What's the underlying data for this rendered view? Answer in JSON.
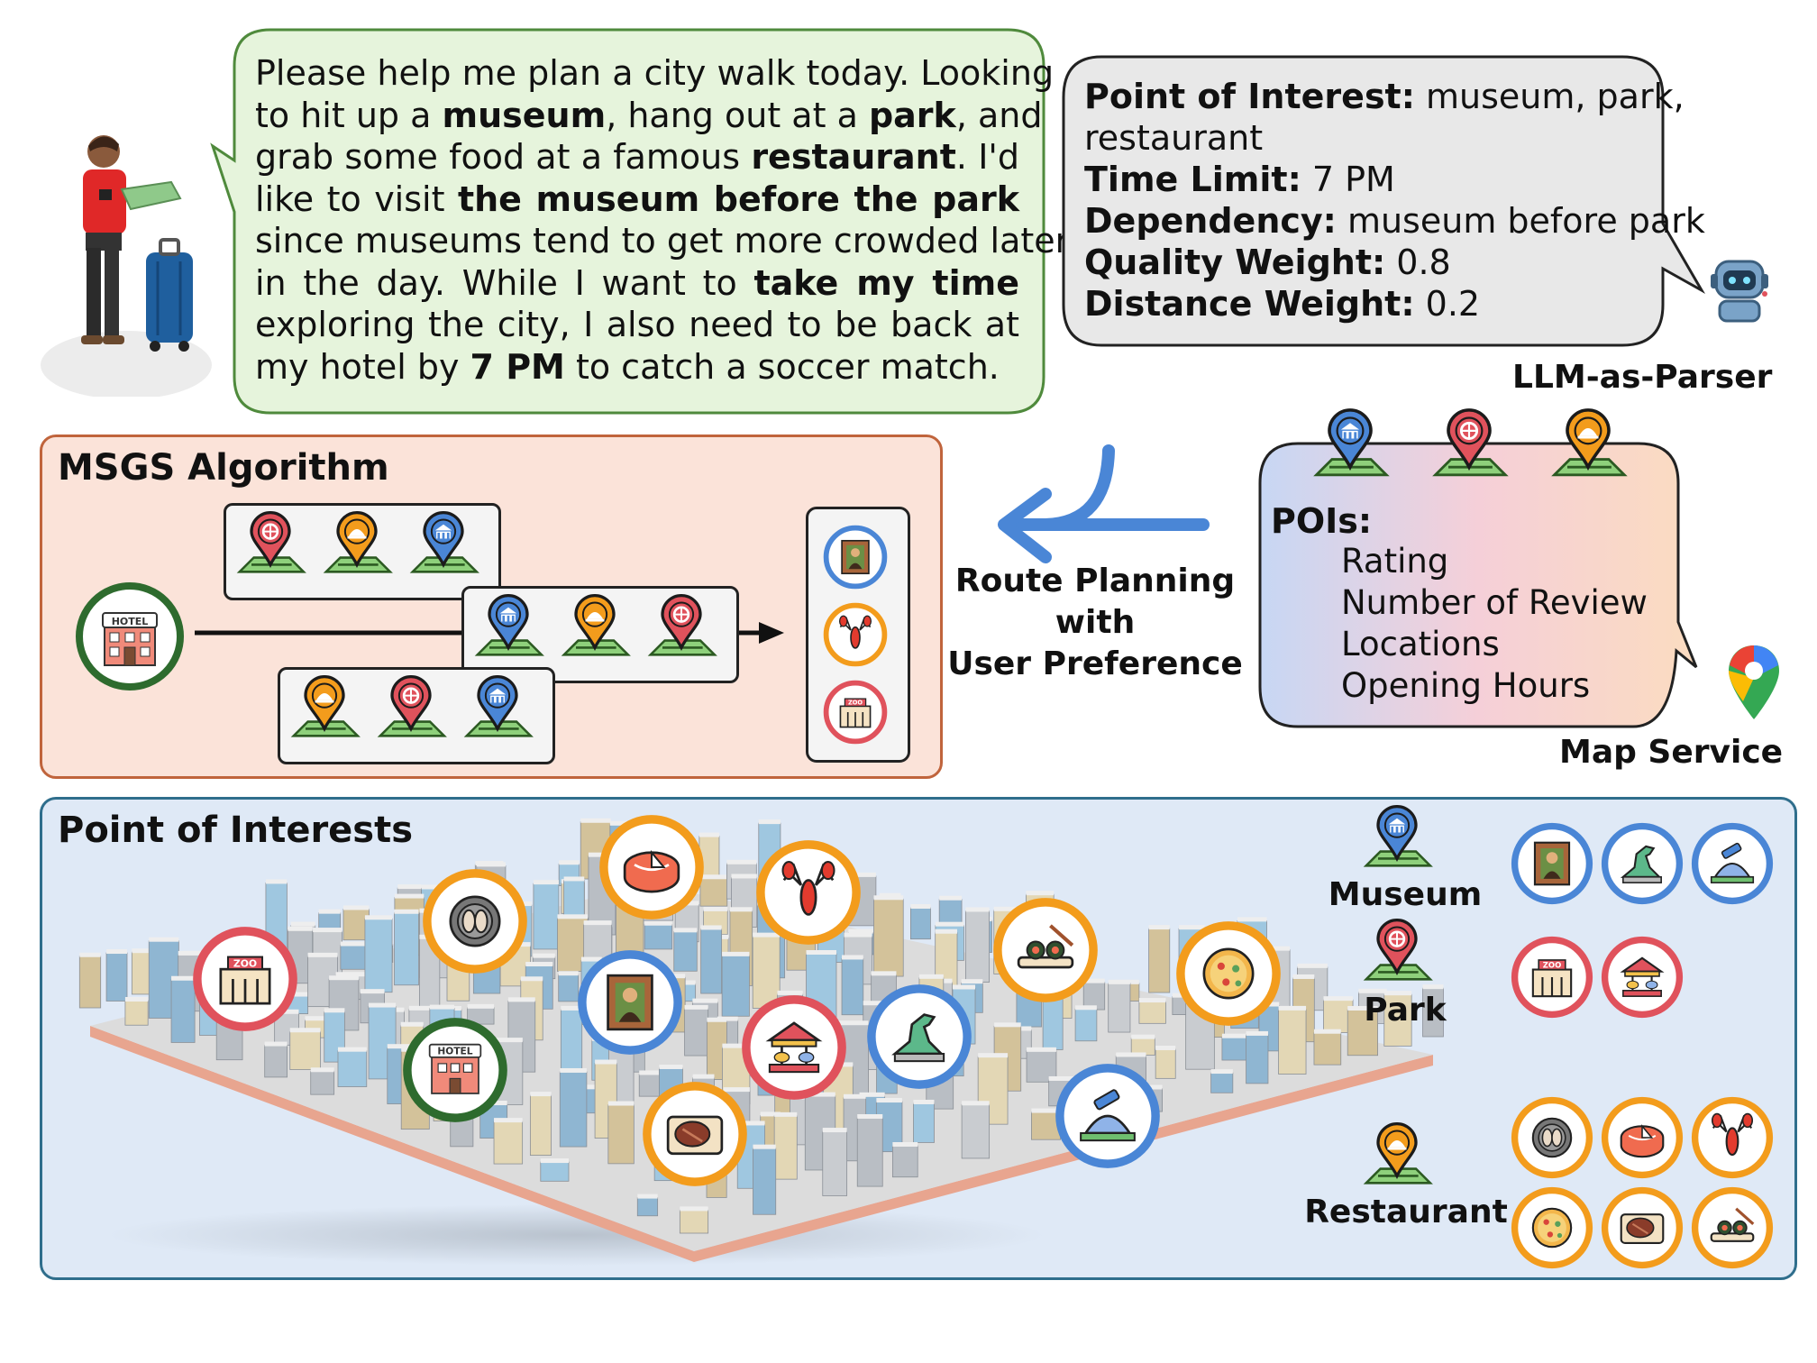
{
  "user_request": {
    "lines": [
      [
        {
          "t": "Please help me plan a city walk today. Looking",
          "b": false
        }
      ],
      [
        {
          "t": "to hit up a ",
          "b": false
        },
        {
          "t": "museum",
          "b": true
        },
        {
          "t": ", hang out at a ",
          "b": false
        },
        {
          "t": "park",
          "b": true
        },
        {
          "t": ", and",
          "b": false
        }
      ],
      [
        {
          "t": "grab some food at a famous ",
          "b": false
        },
        {
          "t": "restaurant",
          "b": true
        },
        {
          "t": ". I'd",
          "b": false
        }
      ],
      [
        {
          "t": "like to visit ",
          "b": false
        },
        {
          "t": "the museum before the park",
          "b": true
        }
      ],
      [
        {
          "t": "since museums tend to get more crowded later",
          "b": false
        }
      ],
      [
        {
          "t": "in the day. While I want to ",
          "b": false
        },
        {
          "t": "take my time",
          "b": true
        }
      ],
      [
        {
          "t": "exploring the city, I also need to be back at",
          "b": false
        }
      ],
      [
        {
          "t": "my hotel by ",
          "b": false
        },
        {
          "t": "7 PM",
          "b": true
        },
        {
          "t": " to catch a soccer match.",
          "b": false
        }
      ]
    ]
  },
  "parser_output": {
    "rows": [
      {
        "key": "Point of Interest:",
        "value": " museum, park,"
      },
      {
        "key": "",
        "value": "restaurant"
      },
      {
        "key": "Time Limit:",
        "value": " 7 PM"
      },
      {
        "key": "Dependency:",
        "value": " museum before park"
      },
      {
        "key": "Quality Weight:",
        "value": " 0.8"
      },
      {
        "key": "Distance Weight:",
        "value": " 0.2"
      }
    ],
    "caption": "LLM-as-Parser"
  },
  "msgs": {
    "title": "MSGS Algorithm",
    "hotel_label": "HOTEL",
    "zoo_label": "ZOO"
  },
  "route": {
    "lines": [
      "Route Planning",
      "with",
      "User Preference"
    ]
  },
  "map_service": {
    "heading": "POIs:",
    "items": [
      "Rating",
      "Number of Review",
      "Locations",
      "Opening Hours"
    ],
    "caption": "Map Service"
  },
  "poi_section": {
    "title": "Point of Interests",
    "legend": [
      "Museum",
      "Park",
      "Restaurant"
    ]
  },
  "colors": {
    "museum": "#4a86d6",
    "park": "#e0525c",
    "restaurant": "#f39c1c",
    "hotel": "#2e6b2e",
    "bubble_green": "#e6f4dc",
    "bubble_border": "#4f8a3c",
    "msgs_bg": "#fbe3d9",
    "msgs_border": "#c0643c",
    "poi_bg": "#dfe9f6",
    "poi_border": "#2f6e8c",
    "parser_bg": "#e8e8e8"
  }
}
